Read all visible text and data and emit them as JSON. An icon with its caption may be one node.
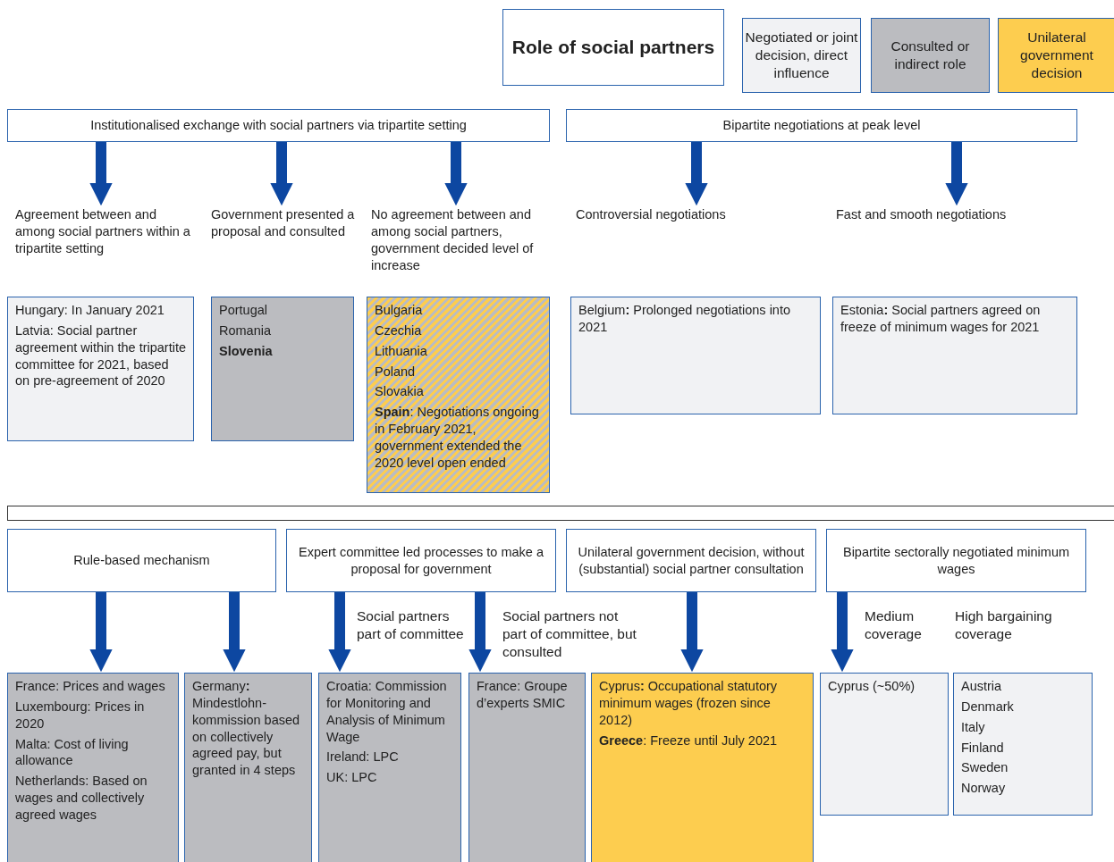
{
  "diagram": {
    "nodes": [
      {
        "text": [
          "Role of social partners"
        ]
      },
      {
        "text": [
          "Institutionalised exchange with social partners via tripartite setting"
        ]
      },
      {
        "text": [
          "Bipartite negotiations at peak level"
        ]
      },
      {
        "text": [
          "Agreement between and among social partners within a tripartite setting"
        ]
      },
      {
        "text": [
          "Government presented a proposal and consulted"
        ]
      },
      {
        "text": [
          "No agreement between and among social partners, government decided level of increase"
        ]
      },
      {
        "text": [
          "Controversial negotiations"
        ]
      },
      {
        "text": [
          "Fast and smooth negotiations"
        ]
      },
      {
        "text": [
          "Hungary: In January 2021",
          "Latvia: Social partner agreement within the tripartite committee for 2021, based on pre-agreement of 2020"
        ]
      },
      {
        "text": [
          "Portugal",
          "Romania",
          "Slovenia"
        ]
      },
      {
        "text": [
          "Bulgaria",
          "Czechia",
          "Lithuania",
          "Poland",
          "Slovakia",
          "**Spain**: Negotiations ongoing in February 2021, government extended the 2020 level open ended"
        ]
      },
      {
        "text": [
          "Belgium**:** Prolonged negotiations into 2021"
        ]
      },
      {
        "text": [
          "Estonia**:** Social partners agreed on freeze of minimum wages for 2021"
        ]
      },
      {
        "text": [],
        "shape": "bar"
      },
      {
        "text": [
          "Rule-based mechanism"
        ]
      },
      {
        "text": [
          "Expert committee led processes to make a proposal for government"
        ]
      },
      {
        "text": [
          "Unilateral government decision, without (substantial) social partner consultation"
        ]
      },
      {
        "text": [
          "Bipartite sectorally negotiated minimum wages"
        ]
      },
      {
        "text": [
          "France: Prices and wages",
          "Luxembourg: Prices in 2020",
          "Malta: Cost of living allowance",
          "Netherlands: Based on wages and collectively agreed wages"
        ]
      },
      {
        "text": [
          "Germany**:** Mindestlohn-kommission based on collectively agreed pay, but granted in 4 steps"
        ]
      },
      {
        "text": [
          "Croatia: Commission for Monitoring and Analysis of Minimum Wage",
          "Ireland: LPC",
          "UK: LPC"
        ]
      },
      {
        "text": [
          "France: Groupe d’experts SMIC"
        ]
      },
      {
        "text": [
          "Cyprus**:** Occupational statutory minimum wages (frozen since 2012)",
          "**Greece**: Freeze until July 2021"
        ]
      },
      {
        "text": [
          "Cyprus (~50%)"
        ]
      },
      {
        "text": [
          "Austria",
          "Denmark",
          "Italy",
          "Finland",
          "Sweden",
          "Norway"
        ]
      }
    ],
    "edges": [
      {
        "from": 1,
        "to": 3,
        "arrow": "to"
      },
      {
        "from": 1,
        "to": 4,
        "arrow": "to"
      },
      {
        "from": 1,
        "to": 5,
        "arrow": "to"
      },
      {
        "from": 2,
        "to": 6,
        "arrow": "to"
      },
      {
        "from": 2,
        "to": 7,
        "arrow": "to"
      },
      {
        "from": 14,
        "to": 18,
        "arrow": "to"
      },
      {
        "from": 14,
        "to": 19,
        "arrow": "to"
      },
      {
        "from": 15,
        "to": 20,
        "arrow": "to",
        "label": "Social partners part of committee"
      },
      {
        "from": 15,
        "to": 21,
        "arrow": "to",
        "label": "Social partners not part of committee, but consulted"
      },
      {
        "from": 16,
        "to": 22,
        "arrow": "to"
      },
      {
        "from": 17,
        "to": 23,
        "arrow": "to",
        "label": "Medium coverage"
      }
    ],
    "labels": [
      "High bargaining coverage"
    ],
    "legend": [
      {
        "text": "Negotiated or joint decision, direct influence",
        "color": "#f1f2f4"
      },
      {
        "text": "Consulted or indirect role",
        "color": "#bbbcc0"
      },
      {
        "text": "Unilateral government decision",
        "color": "#fdcd4f"
      }
    ]
  }
}
